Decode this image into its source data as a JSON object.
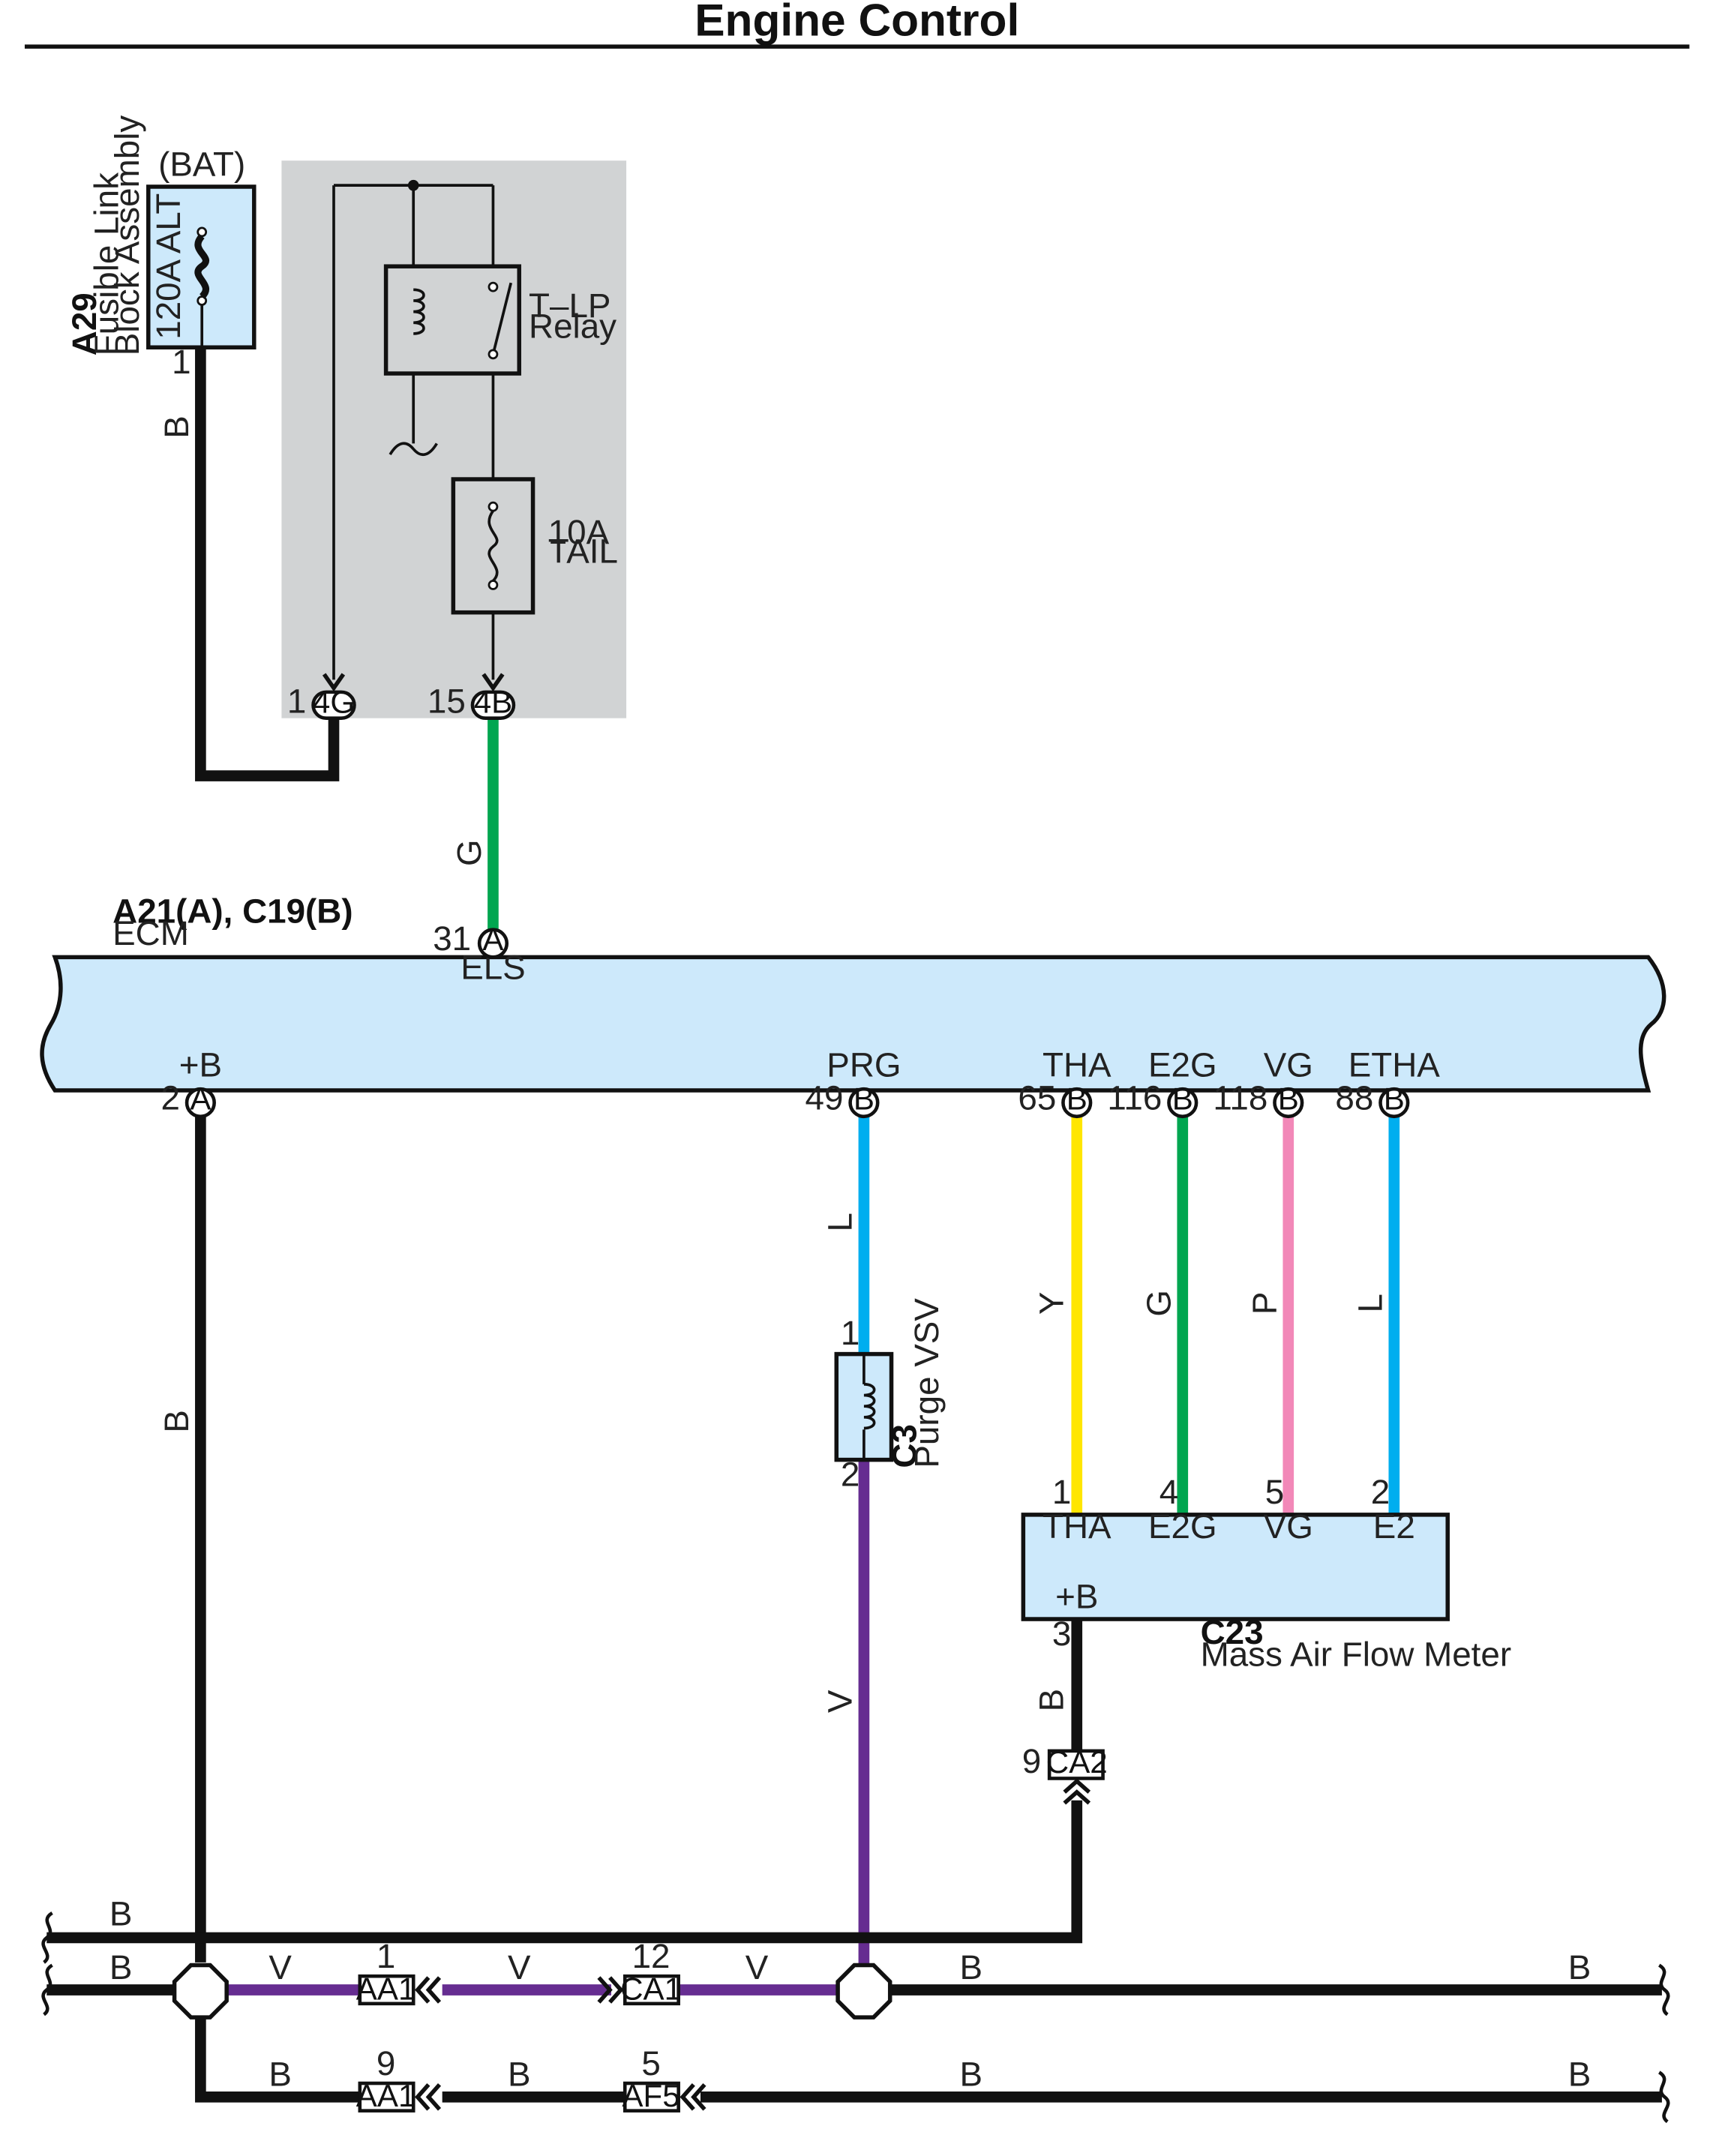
{
  "page": {
    "title": "Engine Control"
  },
  "colors": {
    "black": "#111111",
    "green": "#00a650",
    "blue": "#00aeef",
    "yellow": "#ffe600",
    "pink": "#f288b8",
    "violet": "#662d91",
    "component_fill": "#cde9fb",
    "shaded_box": "#d1d3d4"
  },
  "fusible_link": {
    "supply": "(BAT)",
    "rating": "120A ALT",
    "id": "A29",
    "name_line1": "Fusible Link",
    "name_line2": "Block Assembly",
    "pin": "1"
  },
  "relay": {
    "name_line1": "T–LP",
    "name_line2": "Relay"
  },
  "fuse_tail": {
    "rating": "10A",
    "name": "TAIL"
  },
  "junction_pins": {
    "pin_4g_num": "1",
    "pin_4g": "4G",
    "pin_4b_num": "15",
    "pin_4b": "4B"
  },
  "ecm": {
    "id": "A21(A), C19(B)",
    "name": "ECM",
    "els": {
      "terminal": "ELS",
      "pin": "31",
      "conn": "A"
    },
    "plusb": {
      "terminal": "+B",
      "pin": "2",
      "conn": "A"
    },
    "prg": {
      "terminal": "PRG",
      "pin": "49",
      "conn": "B"
    },
    "tha": {
      "terminal": "THA",
      "pin": "65",
      "conn": "B"
    },
    "e2g": {
      "terminal": "E2G",
      "pin": "116",
      "conn": "B"
    },
    "vg": {
      "terminal": "VG",
      "pin": "118",
      "conn": "B"
    },
    "etha": {
      "terminal": "ETHA",
      "pin": "88",
      "conn": "B"
    }
  },
  "purge_vsv": {
    "id": "C3",
    "name": "Purge VSV",
    "pin1": "1",
    "pin2": "2"
  },
  "maf": {
    "id": "C23",
    "name": "Mass Air Flow Meter",
    "pins": {
      "tha": "1",
      "e2g": "4",
      "vg": "5",
      "e2": "2",
      "plusb": "3"
    },
    "terminals": {
      "tha": "THA",
      "e2g": "E2G",
      "vg": "VG",
      "e2": "E2",
      "plusb": "+B"
    }
  },
  "wire_colors": {
    "b": "B",
    "g": "G",
    "l": "L",
    "y": "Y",
    "p": "P",
    "v": "V"
  },
  "connectors": {
    "ca2": {
      "pin": "9",
      "name": "CA2"
    },
    "aa1_top": {
      "pin": "1",
      "name": "AA1"
    },
    "ca1": {
      "pin": "12",
      "name": "CA1"
    },
    "aa1_bottom": {
      "pin": "9",
      "name": "AA1"
    },
    "af5": {
      "pin": "5",
      "name": "AF5"
    }
  }
}
